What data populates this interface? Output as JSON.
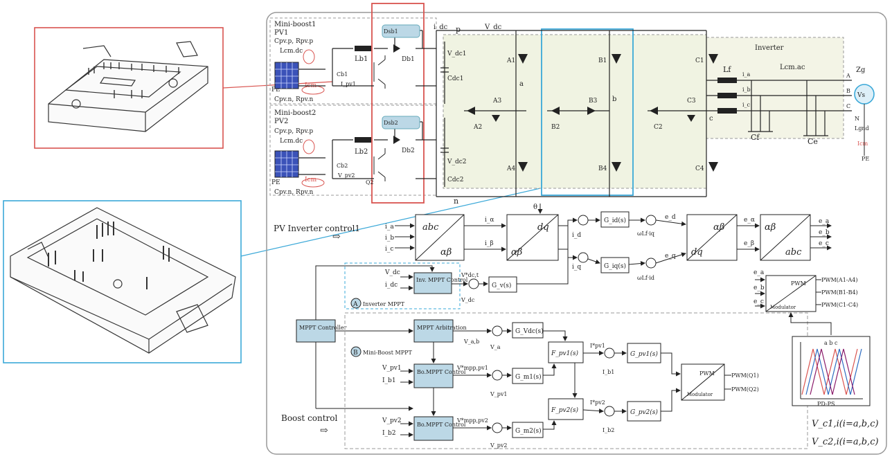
{
  "circuit": {
    "mini_boost1": {
      "title": "Mini-boost1",
      "pv": "PV1",
      "cpv_p": "Cpv.p, Rpv.p",
      "lcm_dc": "Lcm.dc",
      "pe": "PE",
      "icm": "Icm",
      "cpv_n": "Cpv.n, Rpv.n",
      "inductor": "Lb1",
      "diode": "Db1",
      "dsb": "Dsb1",
      "cin": "Cb1",
      "ipv": "I_pv1"
    },
    "mini_boost2": {
      "title": "Mini-boost2",
      "pv": "PV2",
      "cpv_p": "Cpv.p, Rpv.p",
      "lcm_dc": "Lcm.dc",
      "pe": "PE",
      "icm": "Icm",
      "cpv_n": "Cpv.n, Rpv.n",
      "inductor": "Lb2",
      "diode": "Db2",
      "dsb": "Dsb2",
      "cin": "Cb2",
      "vpv": "V_pv2",
      "switch": "Q2"
    },
    "dc_link": {
      "idc": "i_dc",
      "p": "p",
      "n": "n",
      "vdc": "V_dc",
      "vdc1": "V_dc1",
      "vdc2": "V_dc2",
      "cdc1": "Cdc1",
      "cdc2": "Cdc2"
    },
    "inverter": {
      "title": "Inverter",
      "lf": "Lf",
      "lcm_ac": "Lcm.ac",
      "cf": "Cf",
      "ce": "Ce",
      "zg": "Zg",
      "source": "Vs",
      "lgnd": "Lgnd",
      "icm": "Icm",
      "pe": "PE",
      "a": "A",
      "b": "B",
      "c": "C",
      "n": "N",
      "ia": "i_a",
      "ib": "i_b",
      "ic": "i_c",
      "node_a": "a",
      "node_b": "b",
      "node_c": "c"
    },
    "switches": {
      "a1": "A1",
      "a2": "A2",
      "a3": "A3",
      "a4": "A4",
      "b1": "B1",
      "b2": "B2",
      "b3": "B3",
      "b4": "B4",
      "c1": "C1",
      "c2": "C2",
      "c3": "C3",
      "c4": "C4"
    }
  },
  "control": {
    "pv_inverter_label": "PV Inverter control1",
    "abc_ab": {
      "top": "abc",
      "bottom": "αβ"
    },
    "ab_dq": {
      "top": "dq",
      "bottom": "αβ"
    },
    "dq_ab": {
      "top": "αβ",
      "bottom": "dq"
    },
    "ab_abc": {
      "top": "αβ",
      "bottom": "abc"
    },
    "inputs_abc": [
      "i_a",
      "i_b",
      "i_c"
    ],
    "i_alpha": "i_α",
    "i_beta": "i_β",
    "theta": "θ",
    "gd": "G_id(s)",
    "gq": "G_iq(s)",
    "gv": "G_v(s)",
    "id": "i_d",
    "iq": "i_q",
    "vd_out": "e_d",
    "vq_out": "e_q",
    "wl_iq": "ωLf·iq",
    "wl_id": "ωLf·id",
    "e_alpha": "e_α",
    "e_beta": "e_β",
    "outs_abc": [
      "e_a",
      "e_b",
      "e_c"
    ],
    "inv_mppt": "Inv. MPPT Control",
    "inv_mppt_in": [
      "V_dc",
      "i_dc"
    ],
    "vdc_ref": "V*dc,t",
    "vdc_fb": "V_dc",
    "mppt_controller": "MPPT Controller",
    "mppt_arbitration": "MPPT Arbitration",
    "arb_out": "V_a,b",
    "va_fb": "V_a",
    "g_vdc": "G_Vdc(s)",
    "legend_a": "Inverter MPPT",
    "legend_b": "Mini-Boost MPPT",
    "circle_a": "A",
    "circle_b": "B",
    "bo_mppt1": "Bo.MPPT Control",
    "bo_mppt2": "Bo.MPPT Control",
    "bo1_in": [
      "V_pv1",
      "I_b1"
    ],
    "bo2_in": [
      "V_pv2",
      "I_b2"
    ],
    "bo1_ref": "V*mpp,pv1",
    "bo2_ref": "V*mpp,pv2",
    "vpv1_fb": "V_pv1",
    "vpv2_fb": "V_pv2",
    "g_m1": "G_m1(s)",
    "g_m2": "G_m2(s)",
    "f_pv1": "F_pv1(s)",
    "f_pv2": "F_pv2(s)",
    "i_ref1": "I*pv1",
    "i_ref2": "I*pv2",
    "ib1": "I_b1",
    "ib2": "I_b2",
    "g_pv1": "G_pv1(s)",
    "g_pv2": "G_pv2(s)",
    "pwm_boost": {
      "title": "PWM",
      "sub": "Modulator"
    },
    "pwm_inv": {
      "title": "PWM",
      "sub": "Modulator"
    },
    "pwm_q1": "PWM(Q1)",
    "pwm_q2": "PWM(Q2)",
    "pwm_a": "PWM(A1-A4)",
    "pwm_b": "PWM(B1-B4)",
    "pwm_c": "PWM(C1-C4)",
    "pwm_inv_in": [
      "e_a",
      "e_b",
      "e_c"
    ],
    "boost_label": "Boost control",
    "pdps": "PD-PS",
    "carrier_labels": "a b c",
    "v_eq1": "V_c1,i(i=a,b,c)",
    "v_eq2": "V_c2,i(i=a,b,c)"
  }
}
